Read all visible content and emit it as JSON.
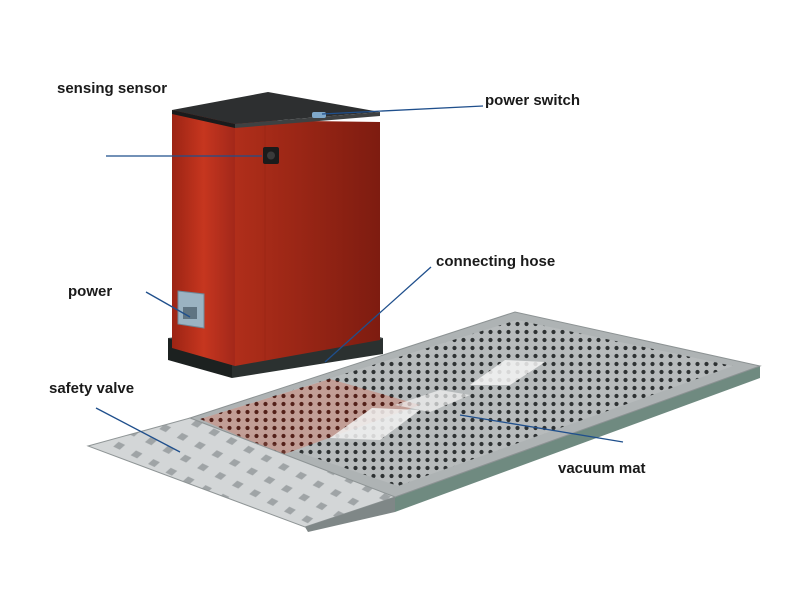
{
  "labels": {
    "sensing_sensor": "sensing sensor",
    "power_switch": "power switch",
    "connecting_hose": "connecting hose",
    "power": "power",
    "safety_valve": "safety valve",
    "vacuum_mat": "vacuum mat"
  },
  "colors": {
    "cabinet": "#c0311c",
    "cabinet_dark": "#8a1e10",
    "lid": "#2b2b2b",
    "base": "#262b2a",
    "mat_grey": "#b8bcbc",
    "mat_edge": "#6f8a80",
    "leader": "#1f4f8c",
    "tread": "#c9cccd"
  }
}
